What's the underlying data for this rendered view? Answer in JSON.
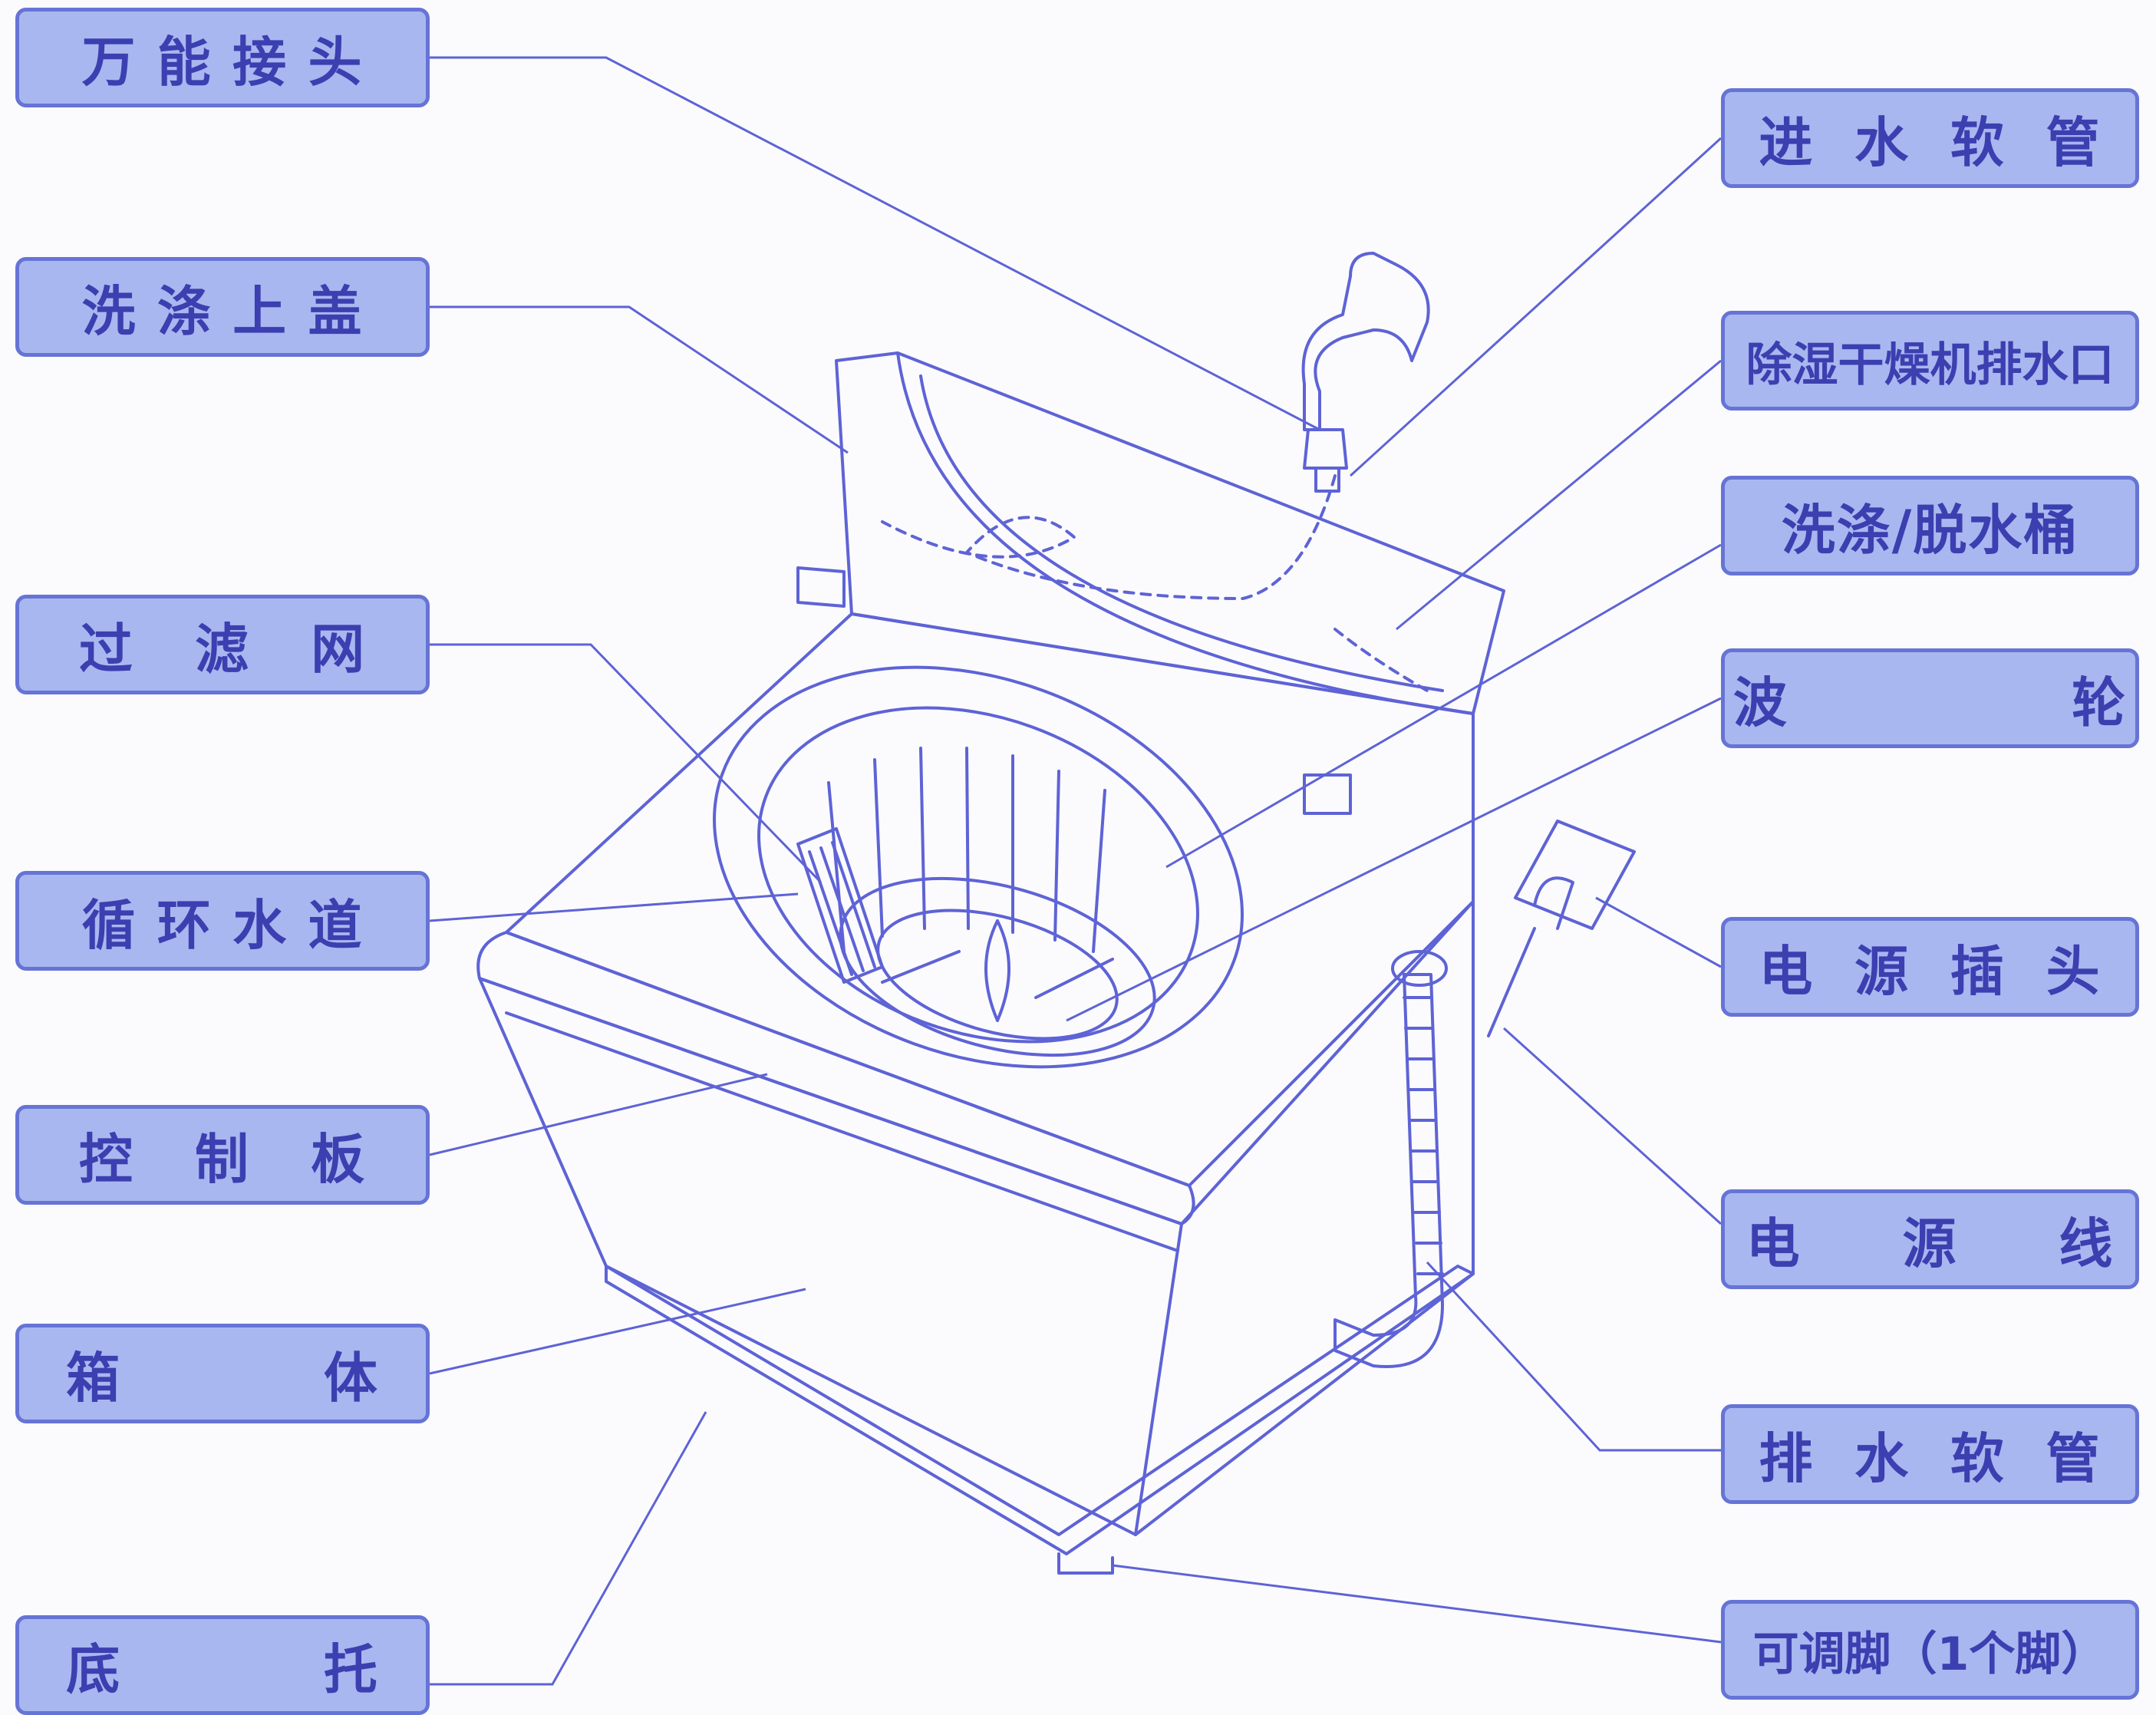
{
  "labels": {
    "left": [
      "万 能 接 头",
      "洗 涤 上 盖",
      "过   滤   网",
      "循 环 水 道",
      "控   制   板",
      "箱          体",
      "底          托"
    ],
    "right": [
      "进  水  软  管",
      "除湿干燥机排水口",
      "洗涤/脱水桶",
      "波              轮",
      "电  源  插  头",
      "电     源     线",
      "排  水  软  管",
      "可调脚（1个脚）"
    ]
  },
  "colors": {
    "label_fill": "#a9b7f0",
    "label_border": "#6674d6",
    "label_text": "#3b3fb0",
    "line": "#5e63d6"
  }
}
